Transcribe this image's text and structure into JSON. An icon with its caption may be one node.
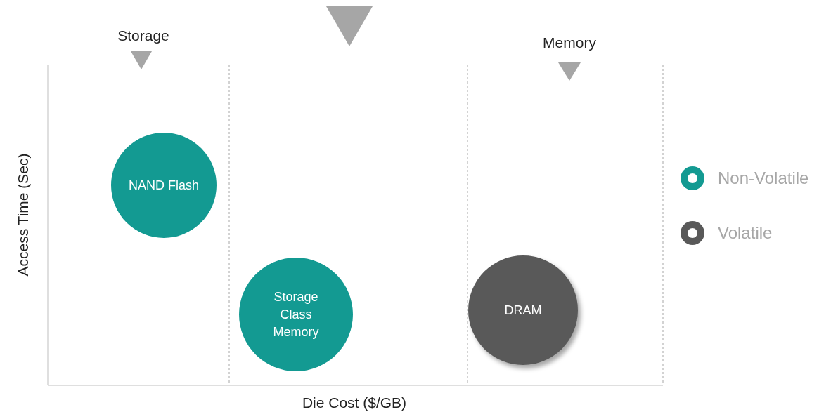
{
  "diagram": {
    "nodes": [
      {
        "text": [
          "NAND Flash"
        ]
      },
      {
        "text": [
          "Storage Class Memory"
        ]
      },
      {
        "text": [
          "DRAM"
        ]
      }
    ],
    "labels": [
      "Storage",
      "Memory",
      "Access Time (Sec)",
      "Die Cost ($/GB)"
    ],
    "legend": [
      {
        "text": "Non-Volatile",
        "color": "#139a92"
      },
      {
        "text": "Volatile",
        "color": "#595959"
      }
    ]
  }
}
